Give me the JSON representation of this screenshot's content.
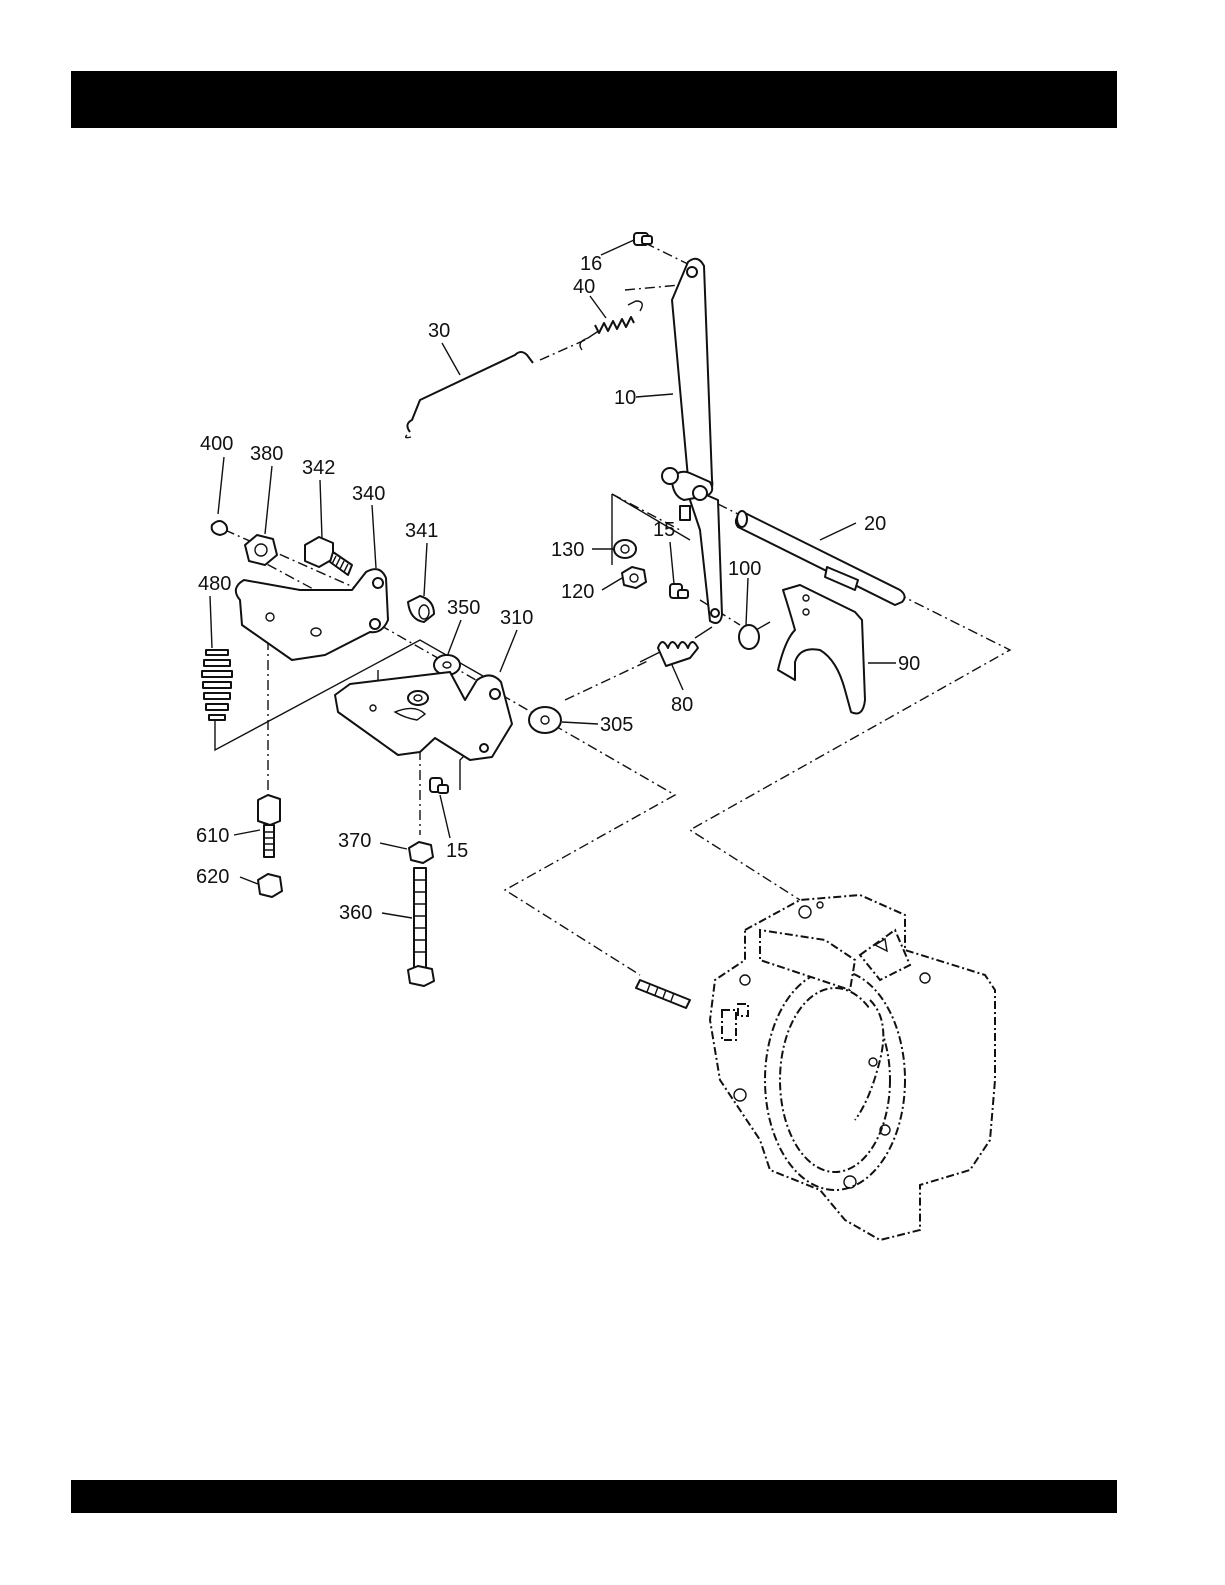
{
  "header_band": {
    "color": "#000000"
  },
  "footer_band": {
    "color": "#000000"
  },
  "callouts": {
    "p16_top": "16",
    "p40": "40",
    "p30": "30",
    "p10": "10",
    "p20": "20",
    "p400": "400",
    "p380": "380",
    "p342": "342",
    "p340": "340",
    "p341": "341",
    "p480": "480",
    "p350": "350",
    "p310": "310",
    "p130": "130",
    "p120": "120",
    "p15_upper": "15",
    "p100": "100",
    "p80": "80",
    "p90": "90",
    "p305": "305",
    "p610": "610",
    "p620": "620",
    "p370": "370",
    "p15_lower": "15",
    "p360": "360"
  }
}
